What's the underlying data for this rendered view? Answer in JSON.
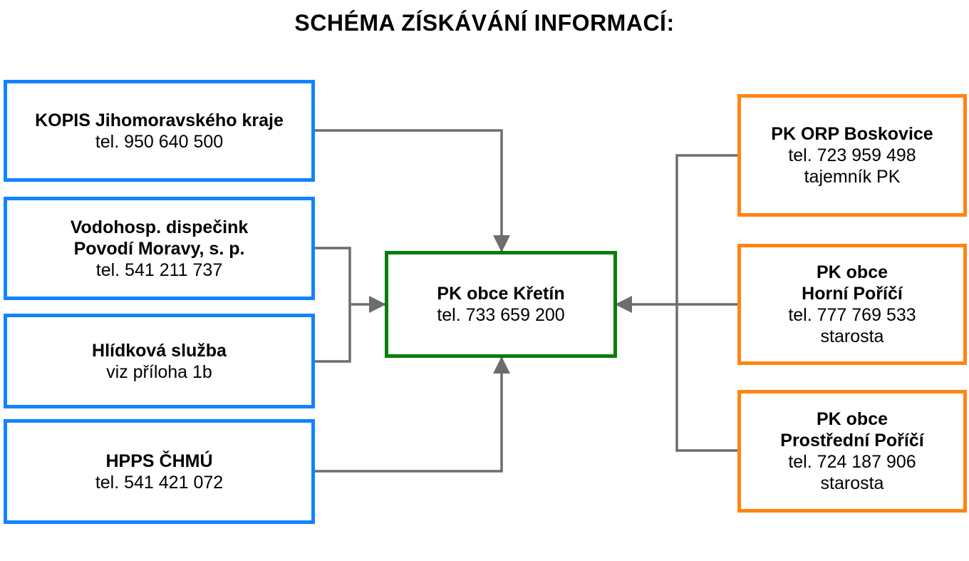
{
  "title": "SCHÉMA ZÍSKÁVÁNÍ INFORMACÍ:",
  "colors": {
    "source": "#1283ff",
    "center": "#0b7d0b",
    "relay": "#ff8410",
    "connector": "#6d6d6d"
  },
  "sources": [
    {
      "name": "KOPIS Jihomoravského kraje",
      "lines": [
        "tel. 950 640 500"
      ]
    },
    {
      "name": "Vodohosp. dispečink",
      "name2": "Povodí Moravy, s. p.",
      "lines": [
        "tel. 541 211 737"
      ]
    },
    {
      "name": "Hlídková služba",
      "lines": [
        "viz příloha 1b"
      ]
    },
    {
      "name": "HPPS ČHMÚ",
      "lines": [
        "tel. 541 421 072"
      ]
    }
  ],
  "center": {
    "name": "PK obce Křetín",
    "lines": [
      "tel. 733 659 200"
    ]
  },
  "relays": [
    {
      "name": "PK ORP Boskovice",
      "lines": [
        "tel. 723 959 498",
        "tajemník PK"
      ]
    },
    {
      "name": "PK obce",
      "name2": "Horní Poříčí",
      "lines": [
        "tel. 777 769 533",
        "starosta"
      ]
    },
    {
      "name": "PK obce",
      "name2": "Prostřední Poříčí",
      "lines": [
        "tel. 724 187 906",
        "starosta"
      ]
    }
  ]
}
